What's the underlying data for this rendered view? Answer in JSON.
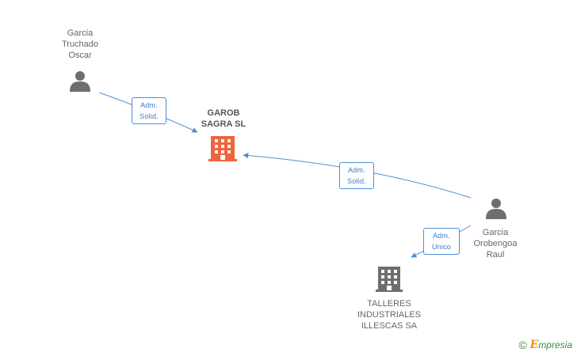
{
  "nodes": {
    "person_top": {
      "label": "Garcia\nTruchado\nOscar",
      "icon": "person-icon",
      "color": "#6e6e6e"
    },
    "company_main": {
      "label": "GAROB\nSAGRA SL",
      "icon": "building-icon",
      "color": "#f0643c"
    },
    "person_right": {
      "label": "Garcia\nOrobengoa\nRaul",
      "icon": "person-icon",
      "color": "#6e6e6e"
    },
    "company_bottom": {
      "label": "TALLERES\nINDUSTRIALES\nILLESCAS SA",
      "icon": "building-icon",
      "color": "#6e6e6e"
    }
  },
  "edges": [
    {
      "from": "person_top",
      "to": "company_main",
      "label": "Adm.\nSolid."
    },
    {
      "from": "person_right",
      "to": "company_main",
      "label": "Adm.\nSolid."
    },
    {
      "from": "person_right",
      "to": "company_bottom",
      "label": "Adm.\nUnico"
    }
  ],
  "colors": {
    "edge": "#4a90d9",
    "badge_text": "#3a7bc8"
  },
  "watermark": {
    "copyright": "©",
    "brand_initial": "E",
    "brand_rest": "mpresia"
  }
}
